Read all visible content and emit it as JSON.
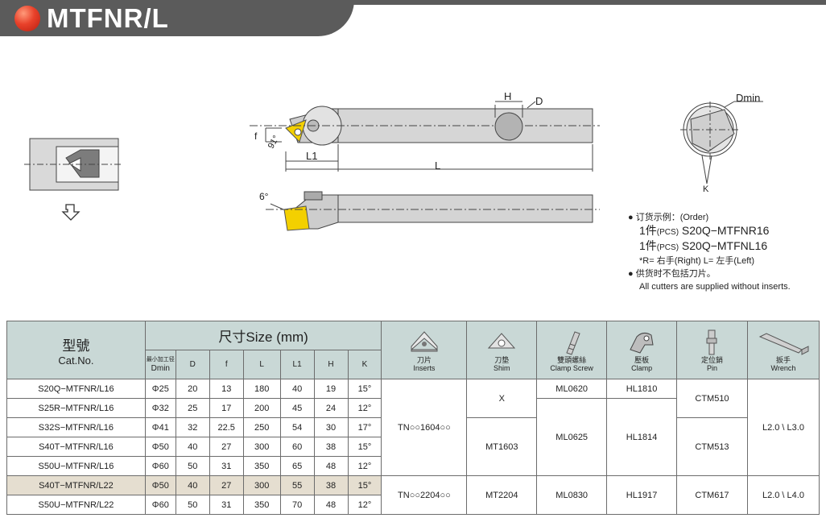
{
  "header": {
    "title": "MTFNR/L"
  },
  "drawing_labels": {
    "H": "H",
    "D": "D",
    "f": "f",
    "angle91": "91°",
    "L1": "L1",
    "L": "L",
    "angle6": "6°",
    "Dmin": "Dmin",
    "K": "K"
  },
  "order": {
    "line1": "● 订货示例：(Order)",
    "line2_prefix": "1件",
    "line2_pcs": "(PCS)",
    "line2_code": "S20Q−MTFNR16",
    "line3_prefix": "1件",
    "line3_pcs": "(PCS)",
    "line3_code": "S20Q−MTFNL16",
    "line4": "*R= 右手(Right)   L= 左手(Left)",
    "line5": "● 供货时不包括刀片。",
    "line6": "All cutters are supplied without inserts."
  },
  "table": {
    "catno_cn": "型號",
    "catno_en": "Cat.No.",
    "size_title": "尺寸Size (mm)",
    "dmin_cn": "最小加工径",
    "dmin_en": "Dmin",
    "cols": [
      "D",
      "f",
      "L",
      "L1",
      "H",
      "K"
    ],
    "parts": [
      {
        "cn": "刀片",
        "en": "Inserts",
        "icon": "insert-icon"
      },
      {
        "cn": "刀垫",
        "en": "Shim",
        "icon": "shim-icon"
      },
      {
        "cn": "雙頭螺絲",
        "en": "Clamp  Screw",
        "icon": "clamp-screw-icon"
      },
      {
        "cn": "壓板",
        "en": "Clamp",
        "icon": "clamp-icon"
      },
      {
        "cn": "定位銷",
        "en": "Pin",
        "icon": "pin-icon"
      },
      {
        "cn": "扳手",
        "en": "Wrench",
        "icon": "wrench-icon"
      }
    ],
    "rows": [
      {
        "cat": "S20Q−MTFNR/L16",
        "dmin": "Φ25",
        "D": "20",
        "f": "13",
        "L": "180",
        "L1": "40",
        "H": "19",
        "K": "15°"
      },
      {
        "cat": "S25R−MTFNR/L16",
        "dmin": "Φ32",
        "D": "25",
        "f": "17",
        "L": "200",
        "L1": "45",
        "H": "24",
        "K": "12°"
      },
      {
        "cat": "S32S−MTFNR/L16",
        "dmin": "Φ41",
        "D": "32",
        "f": "22.5",
        "L": "250",
        "L1": "54",
        "H": "30",
        "K": "17°"
      },
      {
        "cat": "S40T−MTFNR/L16",
        "dmin": "Φ50",
        "D": "40",
        "f": "27",
        "L": "300",
        "L1": "60",
        "H": "38",
        "K": "15°"
      },
      {
        "cat": "S50U−MTFNR/L16",
        "dmin": "Φ60",
        "D": "50",
        "f": "31",
        "L": "350",
        "L1": "65",
        "H": "48",
        "K": "12°"
      },
      {
        "cat": "S40T−MTFNR/L22",
        "dmin": "Φ50",
        "D": "40",
        "f": "27",
        "L": "300",
        "L1": "55",
        "H": "38",
        "K": "15°"
      },
      {
        "cat": "S50U−MTFNR/L22",
        "dmin": "Φ60",
        "D": "50",
        "f": "31",
        "L": "350",
        "L1": "70",
        "H": "48",
        "K": "12°"
      }
    ],
    "insert16": "TN○○1604○○",
    "insert22": "TN○○2204○○",
    "shim_x": "X",
    "shim_1603": "MT1603",
    "shim_2204": "MT2204",
    "screw_0620": "ML0620",
    "screw_0625": "ML0625",
    "screw_0830": "ML0830",
    "clamp_1810": "HL1810",
    "clamp_1814": "HL1814",
    "clamp_1917": "HL1917",
    "pin_510": "CTM510",
    "pin_513": "CTM513",
    "pin_617": "CTM617",
    "wrench_16": "L2.0 \\ L3.0",
    "wrench_22": "L2.0 \\ L4.0"
  }
}
